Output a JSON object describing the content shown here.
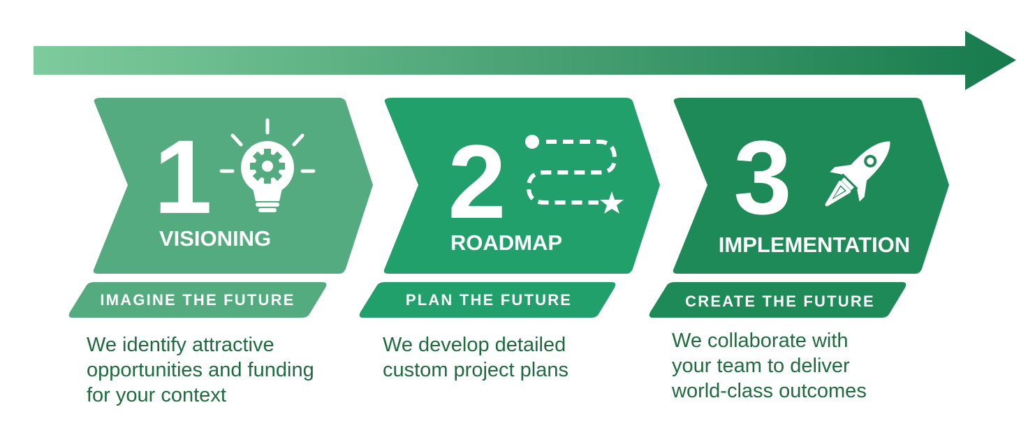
{
  "colors": {
    "arrow_start": "#7ecb9d",
    "arrow_end": "#167a4c",
    "step1": "#55ab80",
    "step2": "#22a06c",
    "step3": "#1d8a57",
    "text": "#1f6b3f"
  },
  "steps": [
    {
      "number": "1",
      "title": "VISIONING",
      "subtitle": "IMAGINE THE FUTURE",
      "icon": "lightbulb-gear-icon",
      "description": [
        "We identify attractive",
        "opportunities and funding",
        "for your context"
      ]
    },
    {
      "number": "2",
      "title": "ROADMAP",
      "subtitle": "PLAN THE FUTURE",
      "icon": "route-path-icon",
      "description": [
        "We develop detailed",
        "custom project plans"
      ]
    },
    {
      "number": "3",
      "title": "IMPLEMENTATION",
      "subtitle": "CREATE THE FUTURE",
      "icon": "rocket-icon",
      "description": [
        "We collaborate with",
        "your team to deliver",
        "world-class outcomes"
      ]
    }
  ]
}
